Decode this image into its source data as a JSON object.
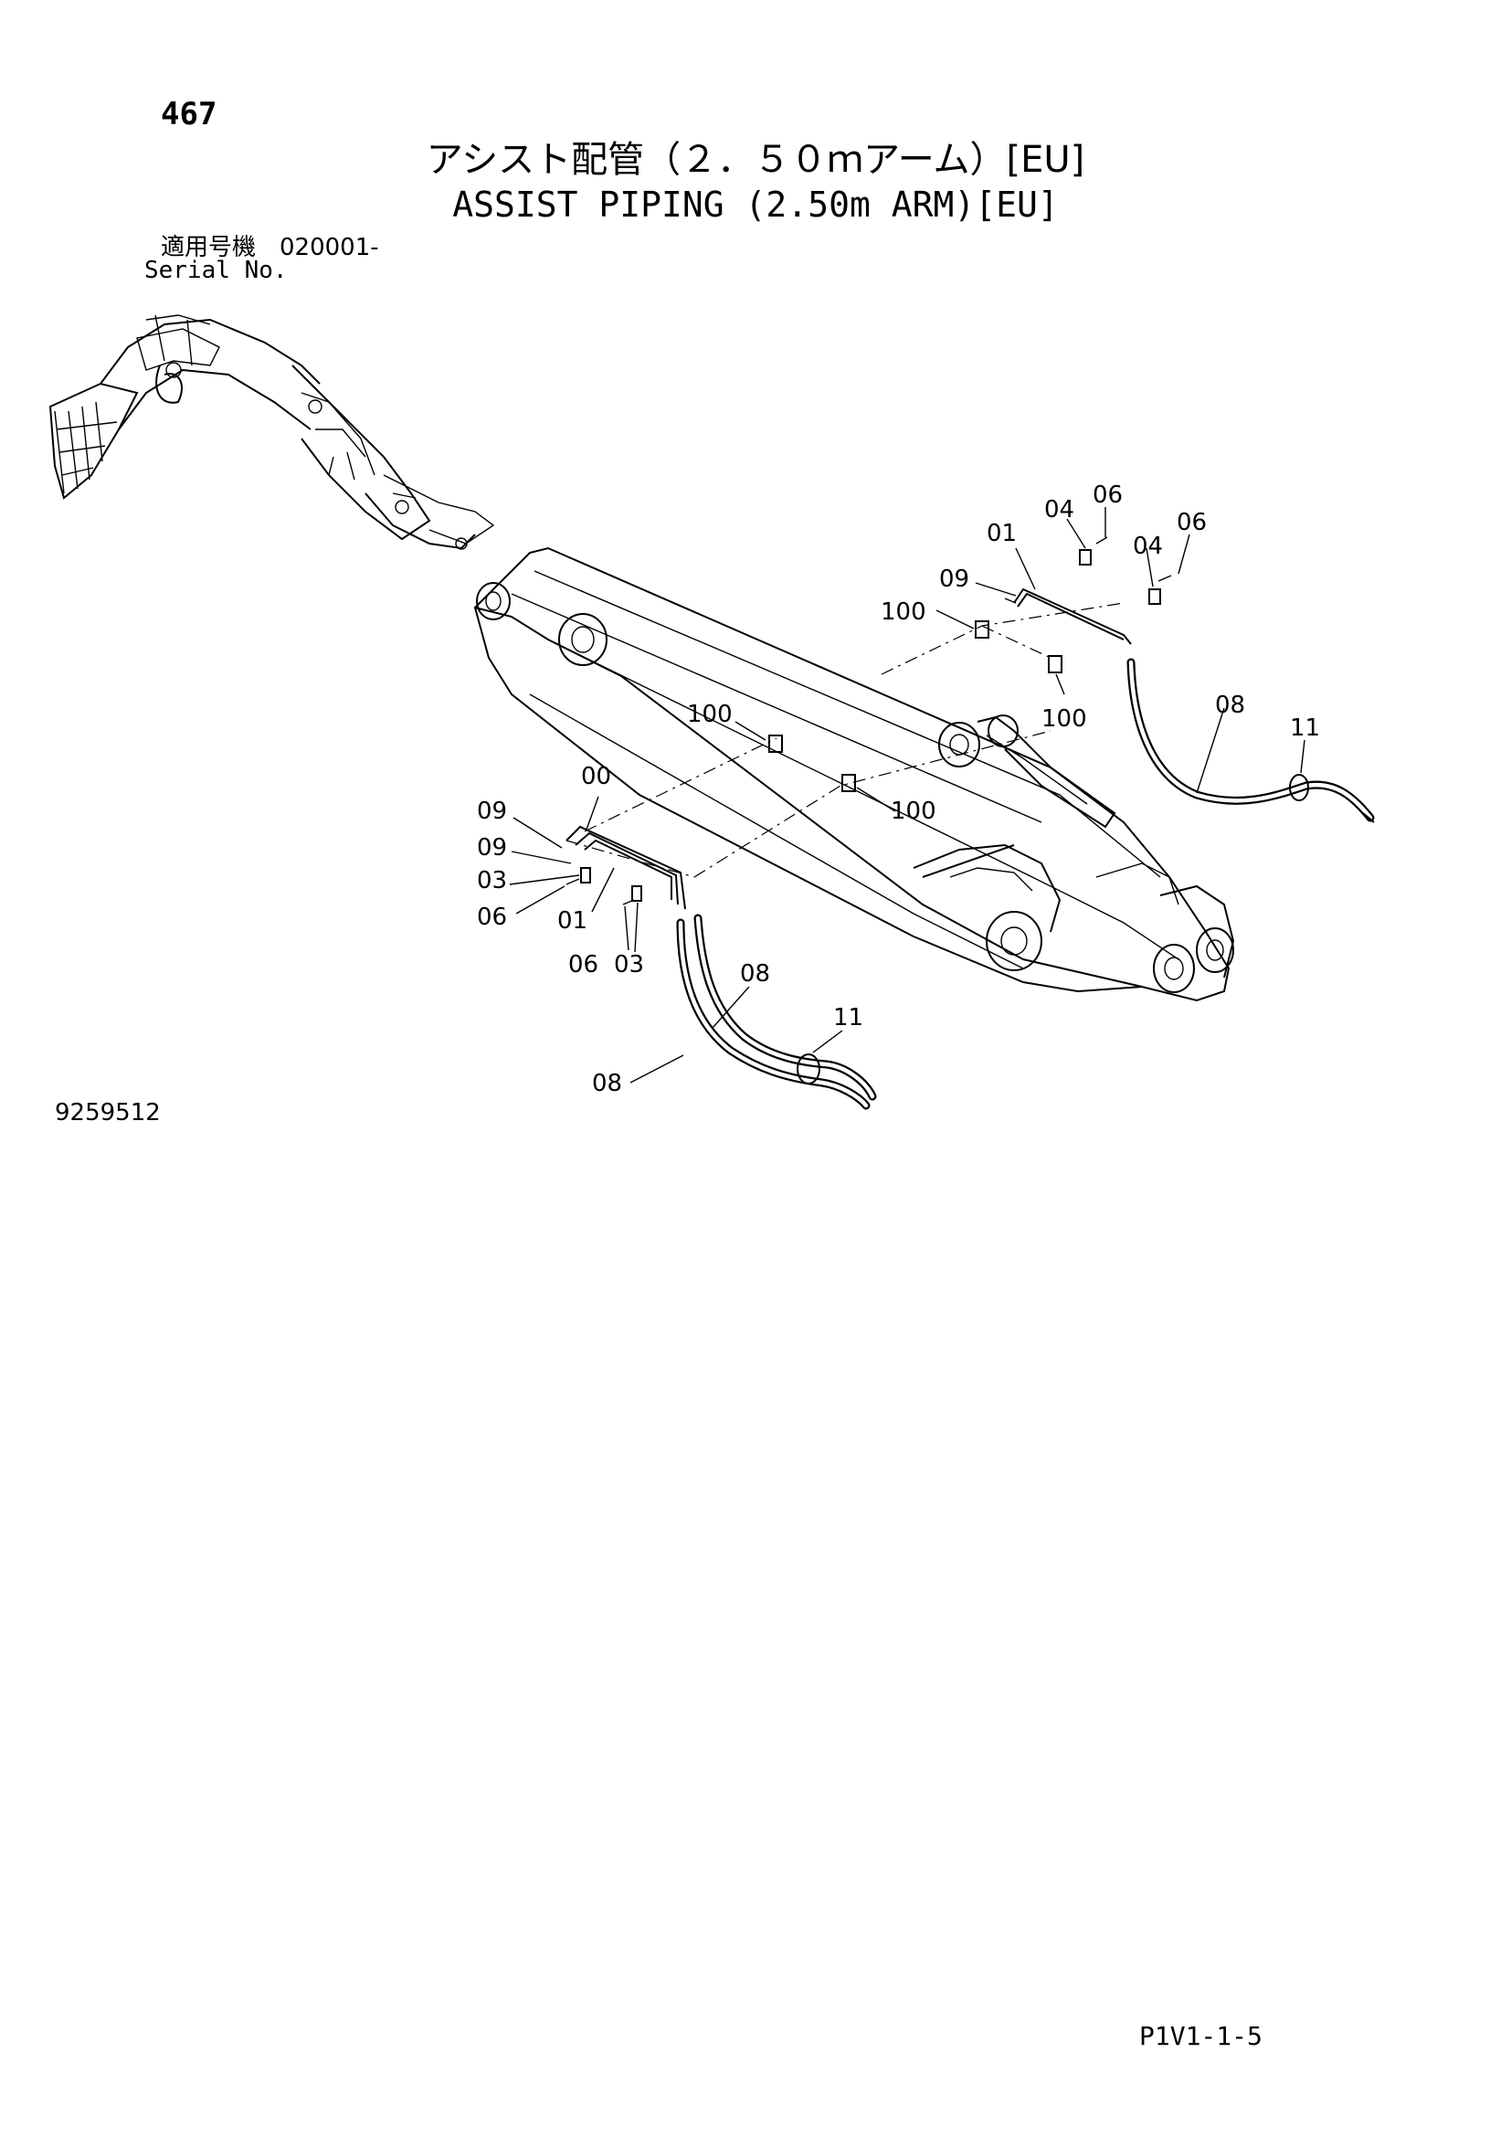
{
  "page_number": "467",
  "title_jp": "アシスト配管（２．５０ｍアーム）[EU]",
  "title_en": "ASSIST PIPING (2.50m ARM)[EU]",
  "serial_label_jp": "適用号機　020001-",
  "serial_label_en": "Serial No.",
  "drawing_number": "9259512",
  "page_code": "P1V1-1-5",
  "callouts": {
    "upper_01": "01",
    "upper_04a": "04",
    "upper_06a": "06",
    "upper_04b": "04",
    "upper_06b": "06",
    "upper_09": "09",
    "upper_100": "100",
    "upper_right_100": "100",
    "right_08": "08",
    "right_11": "11",
    "mid_100": "100",
    "mid_100_right": "100",
    "lower_00": "00",
    "lower_09a": "09",
    "lower_09b": "09",
    "lower_03a": "03",
    "lower_06a": "06",
    "lower_01": "01",
    "lower_06b": "06",
    "lower_03b": "03",
    "lower_08a": "08",
    "lower_08b": "08",
    "lower_11": "11"
  }
}
